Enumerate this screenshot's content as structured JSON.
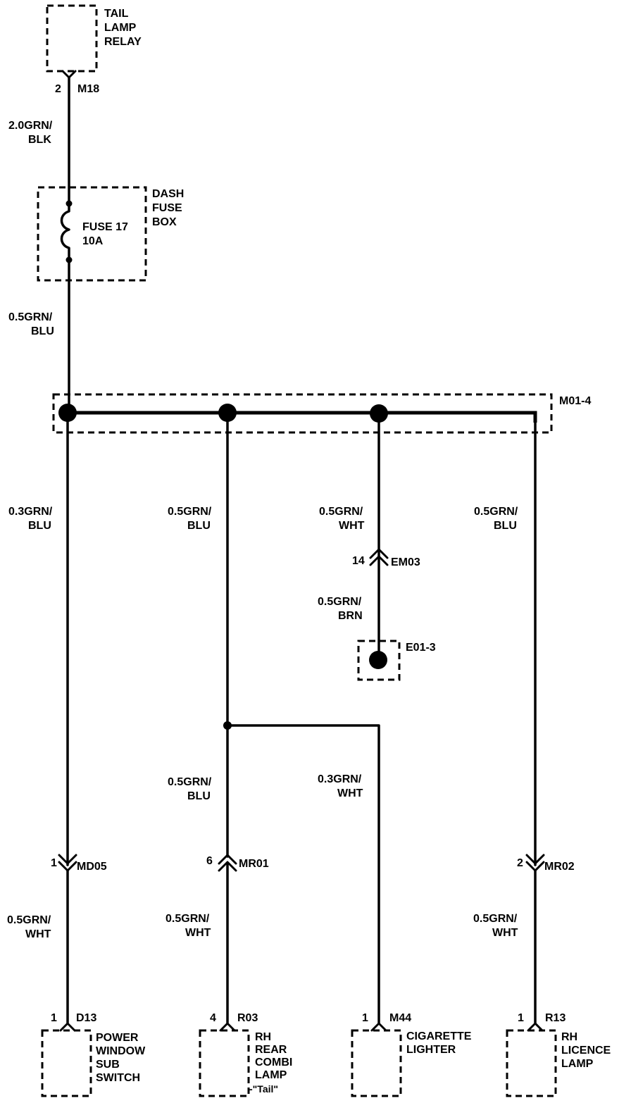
{
  "components": {
    "tail_lamp_relay": [
      "TAIL",
      "LAMP",
      "RELAY"
    ],
    "dash_fuse_box": [
      "DASH",
      "FUSE",
      "BOX"
    ],
    "fuse": [
      "FUSE 17",
      "10A"
    ],
    "splice_top": "M01-4",
    "ground": "E01-3",
    "power_window": [
      "POWER",
      "WINDOW",
      "SUB",
      "SWITCH"
    ],
    "rear_combi": [
      "RH",
      "REAR",
      "COMBI",
      "LAMP",
      "-\"Tail\""
    ],
    "cigarette": [
      "CIGARETTE",
      "LIGHTER"
    ],
    "licence": [
      "RH",
      "LICENCE",
      "LAMP"
    ]
  },
  "connectors": {
    "m18": {
      "pin": "2",
      "id": "M18"
    },
    "em03": {
      "pin": "14",
      "id": "EM03"
    },
    "md05": {
      "pin": "1",
      "id": "MD05"
    },
    "mr01": {
      "pin": "6",
      "id": "MR01"
    },
    "mr02": {
      "pin": "2",
      "id": "MR02"
    },
    "d13": {
      "pin": "1",
      "id": "D13"
    },
    "r03": {
      "pin": "4",
      "id": "R03"
    },
    "m44": {
      "pin": "1",
      "id": "M44"
    },
    "r13": {
      "pin": "1",
      "id": "R13"
    }
  },
  "wires": {
    "w_relay_fuse": [
      "2.0GRN/",
      "BLK"
    ],
    "w_fuse_splice": [
      "0.5GRN/",
      "BLU"
    ],
    "w_a_top": [
      "0.3GRN/",
      "BLU"
    ],
    "w_b_top": [
      "0.5GRN/",
      "BLU"
    ],
    "w_c_top": [
      "0.5GRN/",
      "WHT"
    ],
    "w_d_top": [
      "0.5GRN/",
      "BLU"
    ],
    "w_c_ground": [
      "0.5GRN/",
      "BRN"
    ],
    "w_b_mid": [
      "0.5GRN/",
      "BLU"
    ],
    "w_cig": [
      "0.3GRN/",
      "WHT"
    ],
    "w_a_bottom": [
      "0.5GRN/",
      "WHT"
    ],
    "w_b_bottom": [
      "0.5GRN/",
      "WHT"
    ],
    "w_d_bottom": [
      "0.5GRN/",
      "WHT"
    ]
  }
}
